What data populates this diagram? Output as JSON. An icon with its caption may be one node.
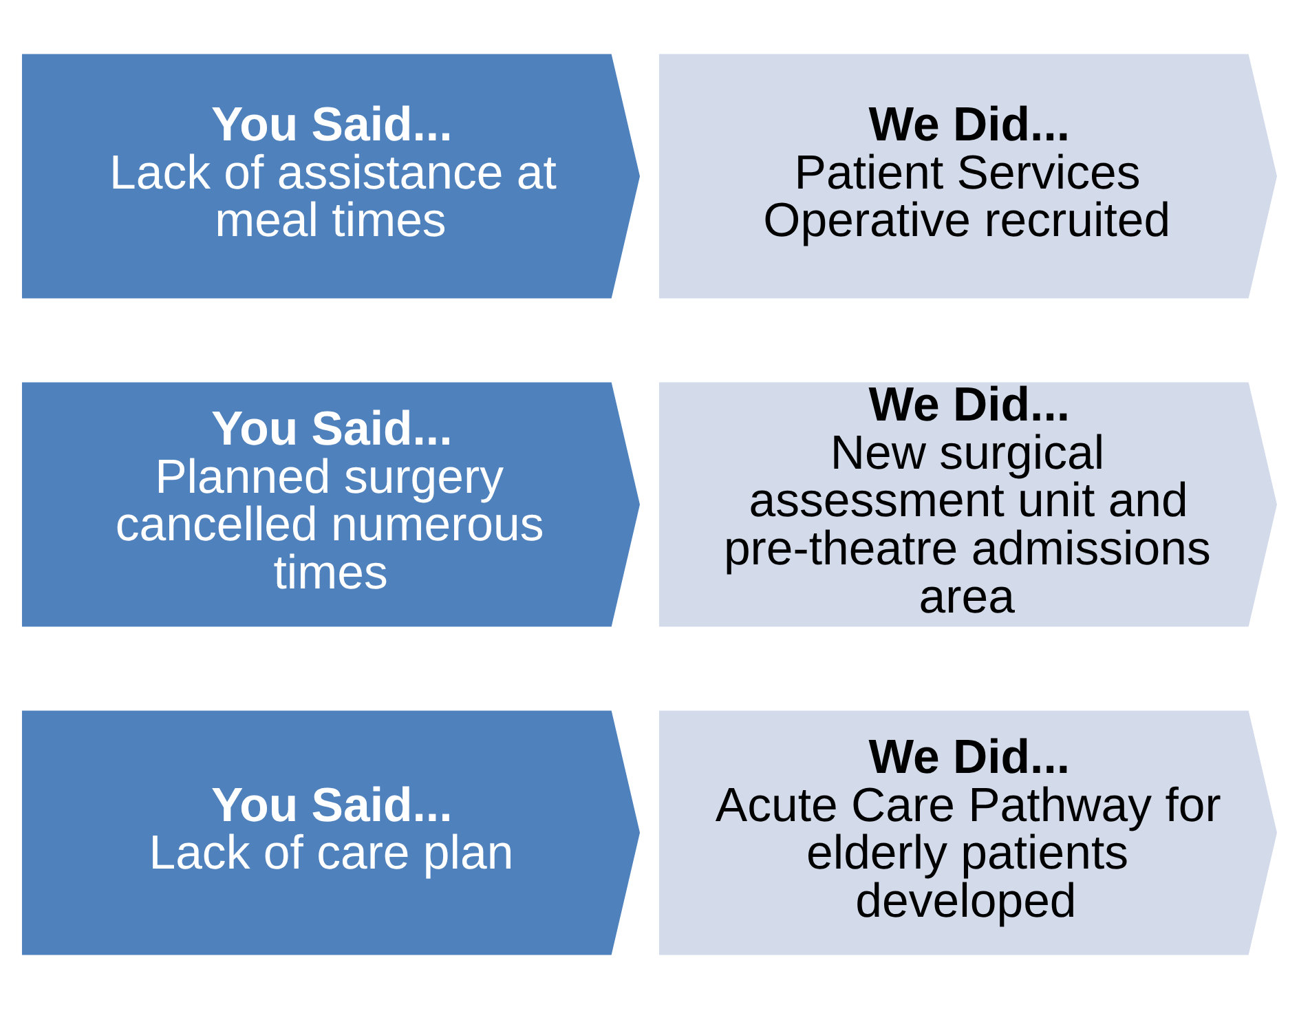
{
  "diagram": {
    "nodes": [
      {
        "text": [
          "You Said...",
          "Lack of assistance at meal times"
        ]
      },
      {
        "text": [
          "We Did...",
          "Patient Services Operative recruited"
        ]
      },
      {
        "text": [
          "You Said...",
          "Planned surgery cancelled numerous times"
        ]
      },
      {
        "text": [
          "We Did...",
          "New surgical assessment unit and pre-theatre admissions area"
        ]
      },
      {
        "text": [
          "You Said...",
          "Lack of care plan"
        ]
      },
      {
        "text": [
          "We Did...",
          "Acute Care Pathway for elderly patients developed"
        ]
      }
    ]
  }
}
